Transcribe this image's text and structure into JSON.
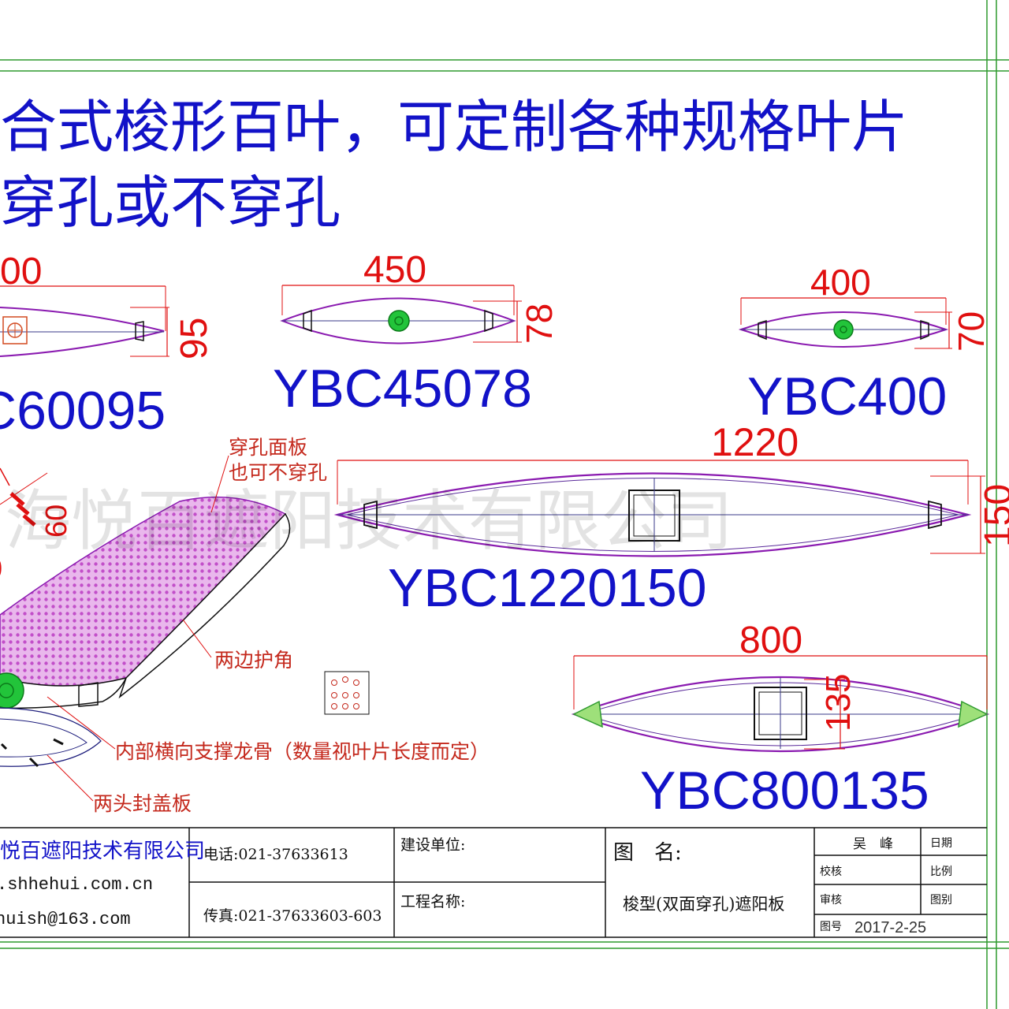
{
  "headline": {
    "line1": "合式梭形百叶，可定制各种规格叶片",
    "line2": "穿孔或不穿孔"
  },
  "profiles": [
    {
      "model": "C60095",
      "width": "00",
      "height": "95"
    },
    {
      "model": "YBC45078",
      "width": "450",
      "height": "78"
    },
    {
      "model": "YBC400",
      "width": "400",
      "height": "70"
    },
    {
      "model": "YBC1220150",
      "width": "1220",
      "height": "150"
    },
    {
      "model": "YBC800135",
      "width": "800",
      "height": "135"
    }
  ],
  "left_fragments": {
    "dim_a": "60",
    "dim_b": "0"
  },
  "callouts": {
    "perforated_panel_1": "穿孔面板",
    "perforated_panel_2": "也可不穿孔",
    "edge_corners": "两边护角",
    "internal_keel": "内部横向支撑龙骨（数量视叶片长度而定）",
    "end_caps": "两头封盖板"
  },
  "watermark": "海悦百遮阳技术有限公司",
  "title_block": {
    "company": "悦百遮阳技术有限公司",
    "website": ".shhehui.com.cn",
    "email": "huish@163.com",
    "phone": "电话:021-37633613",
    "fax": "传真:021-37633603-603",
    "client_label": "建设单位:",
    "project_label": "工程名称:",
    "drawing_name_label": "图　名:",
    "drawing_name_value": "梭型(双面穿孔)遮阳板",
    "designer": "吴　峰",
    "date_label": "日期",
    "checker_label": "校核",
    "scale_label": "比例",
    "review_label": "审核",
    "sheet_label": "图别",
    "drawing_no_label": "图号",
    "date_value": "2017-2-25"
  },
  "colors": {
    "frame": "#2f9a2f",
    "dimension": "#e01010",
    "model_text": "#1212c8",
    "outline": "#8a1ab0",
    "ink": "#111111",
    "panel_fill": "#d26bd8",
    "hub_fill": "#22c43a"
  }
}
